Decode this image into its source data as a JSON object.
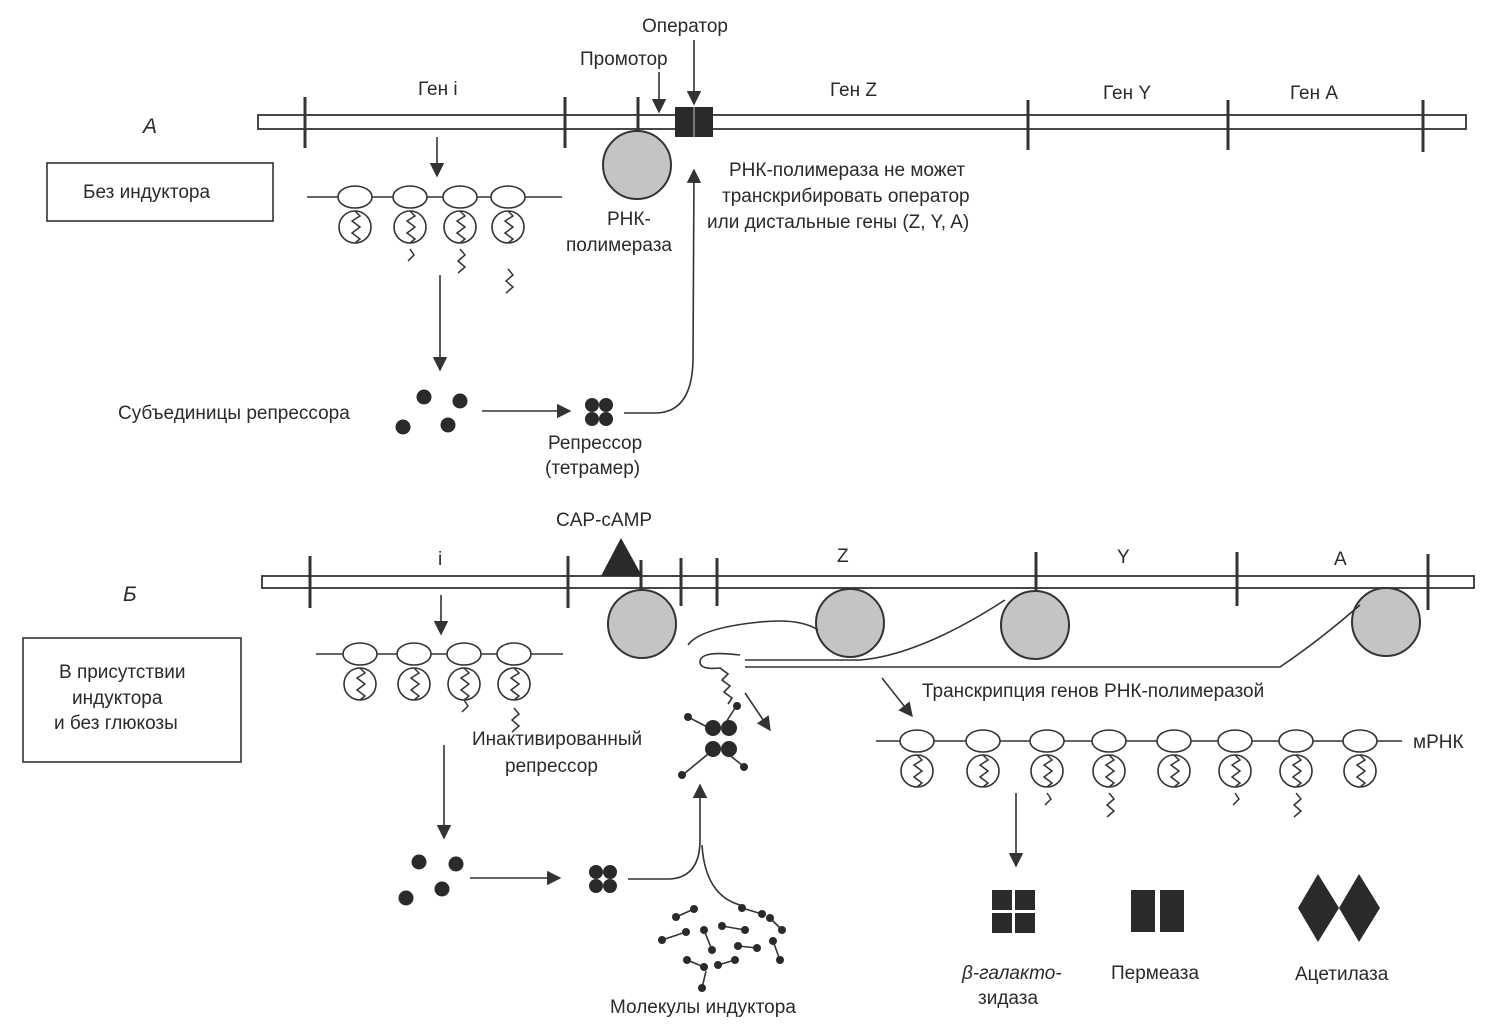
{
  "panel_a": {
    "letter": "А",
    "condition": "Без индуктора",
    "operator": "Оператор",
    "promoter": "Промотор",
    "gene_i": "Ген i",
    "gene_z": "Ген Z",
    "gene_y": "Ген Y",
    "gene_a": "Ген A",
    "rnap_line1": "РНК-",
    "rnap_line2": "полимераза",
    "note_line1": "РНК-полимераза не может",
    "note_line2": "транскрибировать оператор",
    "note_line3": "или дистальные гены (Z, Y, A)",
    "subunits": "Субъединицы репрессора",
    "repressor_line1": "Репрессор",
    "repressor_line2": "(тетрамер)"
  },
  "panel_b": {
    "letter": "Б",
    "cap": "CAP-cAMP",
    "condition_line1": "В присутствии",
    "condition_line2": "индуктора",
    "condition_line3": "и без глюкозы",
    "gene_i": "i",
    "gene_z": "Z",
    "gene_y": "Y",
    "gene_a": "A",
    "transcription": "Транскрипция генов РНК-полимеразой",
    "mrna": "мРНК",
    "inactivated_line1": "Инактивированный",
    "inactivated_line2": "репрессор",
    "inducer_molecules": "Молекулы индуктора",
    "galactosidase_line1": "β-галакто-",
    "galactosidase_line2": "зидаза",
    "permease": "Пермеаза",
    "acetylase": "Ацетилаза"
  }
}
